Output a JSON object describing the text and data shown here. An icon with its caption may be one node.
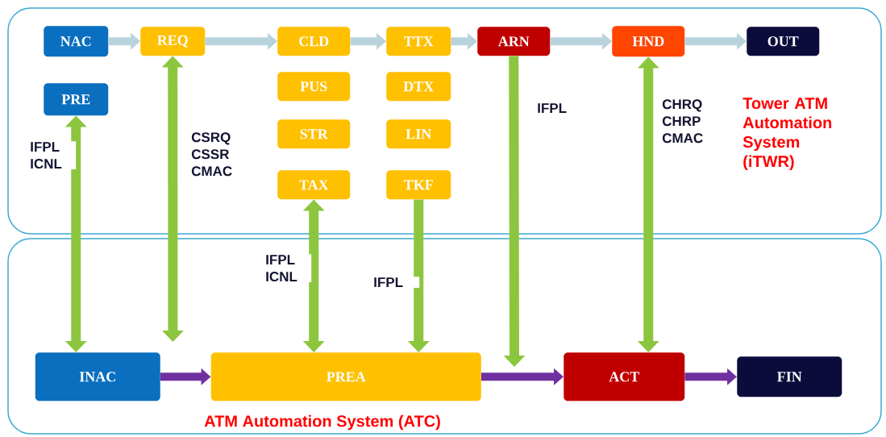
{
  "diagram": {
    "nodes": [
      {
        "text": [
          "Tower ATM Automation System (iTWR)"
        ]
      },
      {
        "text": [
          "NAC"
        ],
        "in": 0
      },
      {
        "text": [
          "PRE"
        ],
        "in": 0
      },
      {
        "text": [
          "REQ"
        ],
        "in": 0
      },
      {
        "text": [
          "CLD"
        ],
        "in": 0
      },
      {
        "text": [
          "PUS"
        ],
        "in": 0
      },
      {
        "text": [
          "STR"
        ],
        "in": 0
      },
      {
        "text": [
          "TAX"
        ],
        "in": 0
      },
      {
        "text": [
          "TTX"
        ],
        "in": 0
      },
      {
        "text": [
          "DTX"
        ],
        "in": 0
      },
      {
        "text": [
          "LIN"
        ],
        "in": 0
      },
      {
        "text": [
          "TKF"
        ],
        "in": 0
      },
      {
        "text": [
          "ARN"
        ],
        "in": 0
      },
      {
        "text": [
          "HND"
        ],
        "in": 0
      },
      {
        "text": [
          "OUT"
        ],
        "in": 0
      },
      {
        "text": [
          "ATM Automation System (ATC)"
        ]
      },
      {
        "text": [
          "INAC"
        ],
        "in": 15
      },
      {
        "text": [
          "PREA"
        ],
        "in": 15
      },
      {
        "text": [
          "ACT"
        ],
        "in": 15
      },
      {
        "text": [
          "FIN"
        ],
        "in": 15
      }
    ],
    "edges": [
      {
        "from": 1,
        "to": 3,
        "arrow": "to",
        "color": "#b9d3dc"
      },
      {
        "from": 3,
        "to": 4,
        "arrow": "to",
        "color": "#b9d3dc"
      },
      {
        "from": 4,
        "to": 8,
        "arrow": "to",
        "color": "#b9d3dc"
      },
      {
        "from": 8,
        "to": 12,
        "arrow": "to",
        "color": "#b9d3dc"
      },
      {
        "from": 12,
        "to": 13,
        "arrow": "to",
        "color": "#b9d3dc"
      },
      {
        "from": 13,
        "to": 14,
        "arrow": "to",
        "color": "#b9d3dc"
      },
      {
        "from": 2,
        "to": 16,
        "arrow": "both",
        "label": "IFPL ICNL",
        "color": "#8cc63f"
      },
      {
        "from": 3,
        "to": 16,
        "arrow": "both",
        "label": "CSRQ CSSR CMAC",
        "color": "#8cc63f"
      },
      {
        "from": 7,
        "to": 17,
        "arrow": "both",
        "label": "IFPL ICNL",
        "color": "#8cc63f"
      },
      {
        "from": 11,
        "to": 17,
        "arrow": "to",
        "label": "IFPL",
        "color": "#8cc63f"
      },
      {
        "from": 12,
        "to": null,
        "arrow": "to",
        "label": "IFPL",
        "color": "#8cc63f"
      },
      {
        "from": 13,
        "to": 18,
        "arrow": "both",
        "label": "CHRQ CHRP CMAC",
        "color": "#8cc63f"
      },
      {
        "from": 16,
        "to": 17,
        "arrow": "to",
        "color": "#7030a0"
      },
      {
        "from": 17,
        "to": 18,
        "arrow": "to",
        "color": "#7030a0"
      },
      {
        "from": 18,
        "to": 19,
        "arrow": "to",
        "color": "#7030a0"
      }
    ]
  }
}
